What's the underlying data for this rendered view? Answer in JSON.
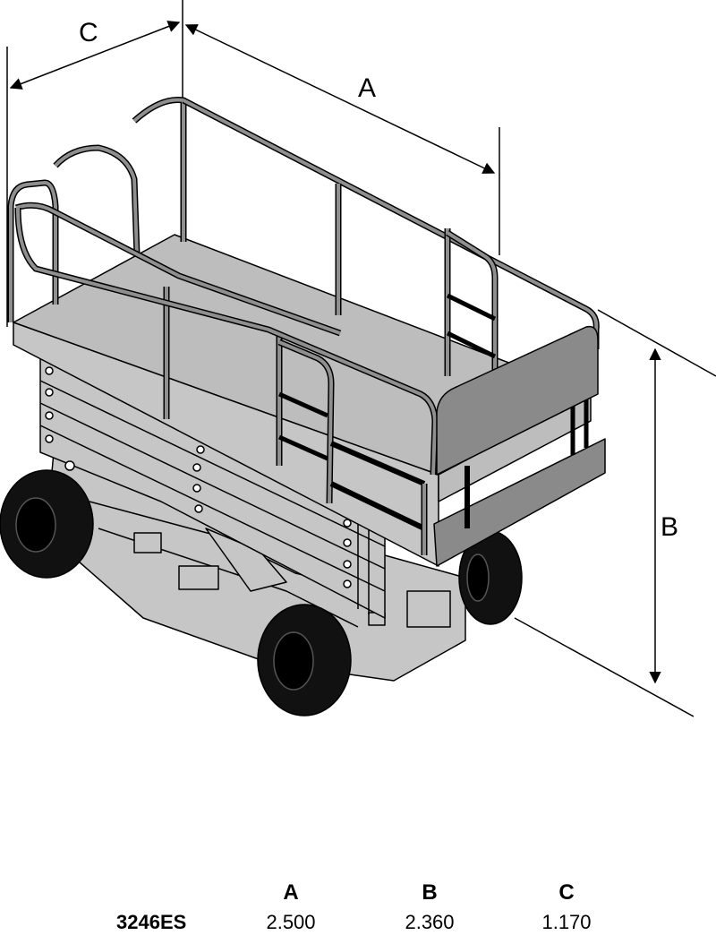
{
  "dimension_labels": {
    "a": "A",
    "b": "B",
    "c": "C"
  },
  "table": {
    "columns": [
      "A",
      "B",
      "C"
    ],
    "rows": [
      {
        "model": "3246ES",
        "values": [
          "2.500",
          "2.360",
          "1.170"
        ]
      }
    ]
  },
  "colors": {
    "body": "#c6c6c6",
    "deck": "#bdbdbd",
    "panel": "#8a8a8a",
    "rail": "#8f8f8f",
    "tire": "#111111",
    "outline": "#000000"
  }
}
